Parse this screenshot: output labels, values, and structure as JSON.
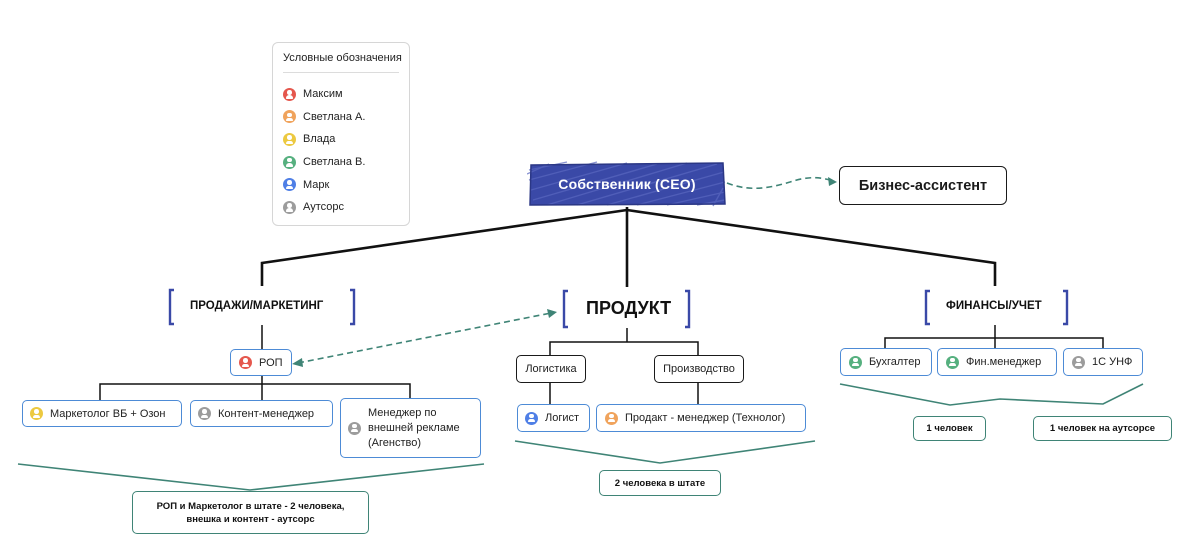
{
  "legend": {
    "title": "Условные обозначения",
    "items": [
      {
        "name": "Максим",
        "color": "#e5574d"
      },
      {
        "name": "Светлана А.",
        "color": "#f0a35c"
      },
      {
        "name": "Влада",
        "color": "#ecc940"
      },
      {
        "name": "Светлана В.",
        "color": "#56b07f"
      },
      {
        "name": "Марк",
        "color": "#4f7fe6"
      },
      {
        "name": "Аутсорс",
        "color": "#9c9c9c"
      }
    ]
  },
  "ceo": {
    "label": "Собственник (CEO)",
    "color": "#3a49a7"
  },
  "assistant": {
    "label": "Бизнес-ассистент"
  },
  "departments": {
    "sales": {
      "label": "ПРОДАЖИ/МАРКЕТИНГ"
    },
    "product": {
      "label": "ПРОДУКТ"
    },
    "finance": {
      "label": "ФИНАНСЫ/УЧЕТ"
    }
  },
  "sales": {
    "rop": "РОП",
    "marketer": "Маркетолог ВБ + Озон",
    "content": "Контент-менеджер",
    "ads": "Менеджер по внешней рекламе (Агенство)",
    "note": "РОП и Маркетолог в штате - 2 человека, внешка и контент - аутсорс"
  },
  "product": {
    "logistics": "Логистика",
    "production": "Производство",
    "logist": "Логист",
    "pm": "Продакт - менеджер (Технолог)",
    "note": "2 человека в штате"
  },
  "finance": {
    "accountant": "Бухгалтер",
    "finmanager": "Фин.менеджер",
    "unf": "1С УНФ",
    "note1": "1 человек",
    "note2": "1 человек на аутсорсе"
  },
  "colors": {
    "accent_blue": "#4d8bd6",
    "note_green": "#3f8476",
    "bracket": "#3a49a7"
  }
}
